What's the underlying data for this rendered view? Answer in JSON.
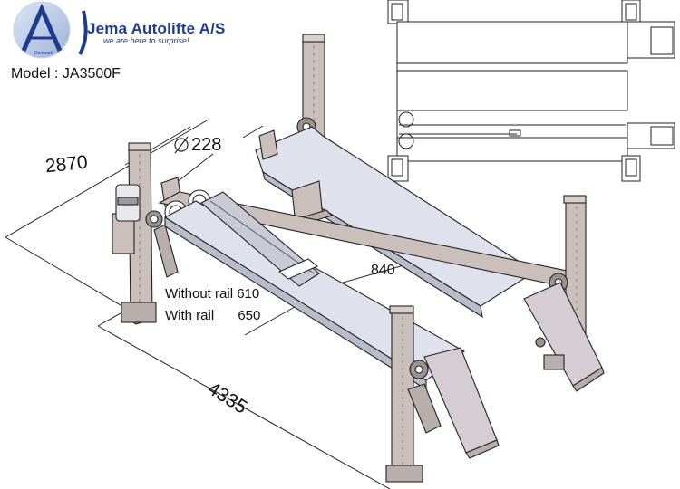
{
  "header": {
    "brand_name": "Jema Autolifte A/S",
    "tagline": "we are here to surprise!",
    "logo_text": "Denmark",
    "model_label": "Model : JA3500F"
  },
  "dimensions": {
    "width_total": "2870",
    "length_total": "4335",
    "diameter_value": "228",
    "platform_gap": "840",
    "without_rail_label": "Without rail",
    "without_rail_value": "610",
    "with_rail_label": "With rail",
    "with_rail_value": "650"
  },
  "colors": {
    "brand_blue": "#1f3c8c",
    "platform_fill": "#dfe2ec",
    "post_fill": "#cbbfbc",
    "line_color": "#222222"
  }
}
